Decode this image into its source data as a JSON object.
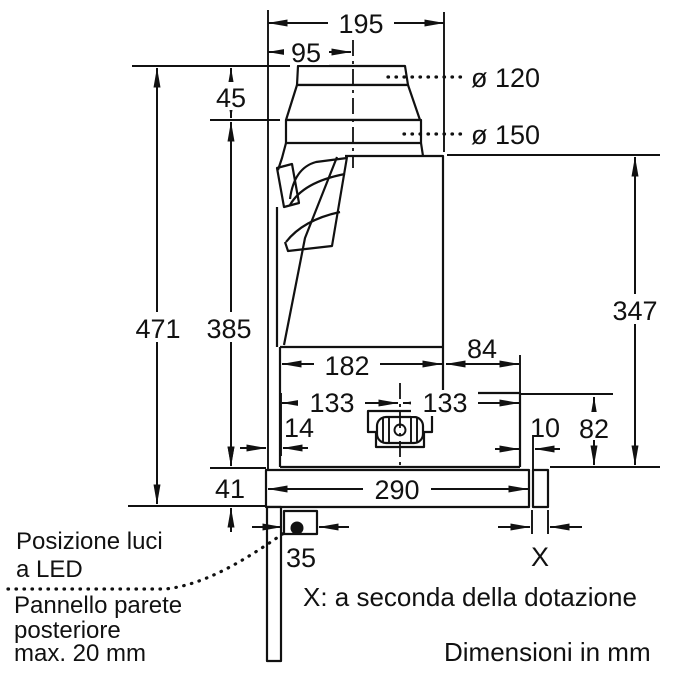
{
  "dimensions": {
    "width_195": "195",
    "duct_offset_95": "95",
    "collar_45": "45",
    "height_471": "471",
    "height_385": "385",
    "height_347": "347",
    "depth_182": "182",
    "rear_84": "84",
    "left_133": "133",
    "right_133": "133",
    "gap_14": "14",
    "gap_10": "10",
    "height_82": "82",
    "visor_41": "41",
    "visor_290": "290",
    "led_35": "35",
    "x_label": "X"
  },
  "diameters": {
    "duct_120": "ø 120",
    "duct_150": "ø 150"
  },
  "annotations": {
    "led_line1": "Posizione luci",
    "led_line2": "a LED",
    "panel_line1": "Pannello parete",
    "panel_line2": "posteriore",
    "panel_line3": "max. 20 mm",
    "x_note": "X: a seconda della dotazione",
    "units_note": "Dimensioni in mm"
  },
  "colors": {
    "line": "#111111",
    "background": "#ffffff"
  }
}
